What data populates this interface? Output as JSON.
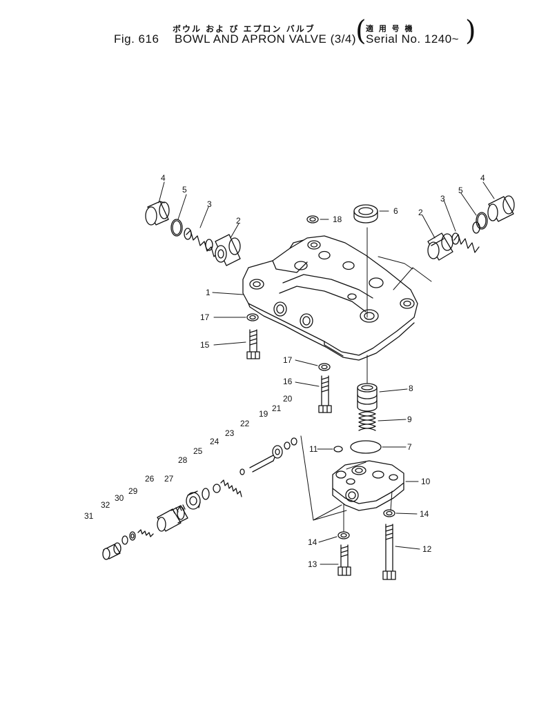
{
  "header": {
    "japanese_title": "ボウル およ び エプロン バルブ",
    "applicability_jp": "適 用 号 機",
    "fig_label": "Fig. 616",
    "title": "BOWL AND APRON VALVE (3/4)",
    "serial": "Serial No. 1240~"
  },
  "callouts": [
    "1",
    "2",
    "3",
    "4",
    "5",
    "6",
    "7",
    "8",
    "9",
    "10",
    "11",
    "12",
    "13",
    "14",
    "15",
    "16",
    "17",
    "18",
    "19",
    "20",
    "21",
    "22",
    "23",
    "24",
    "25",
    "26",
    "27",
    "28",
    "29",
    "30",
    "31",
    "32"
  ],
  "colors": {
    "ink": "#111111",
    "paper": "#ffffff"
  }
}
